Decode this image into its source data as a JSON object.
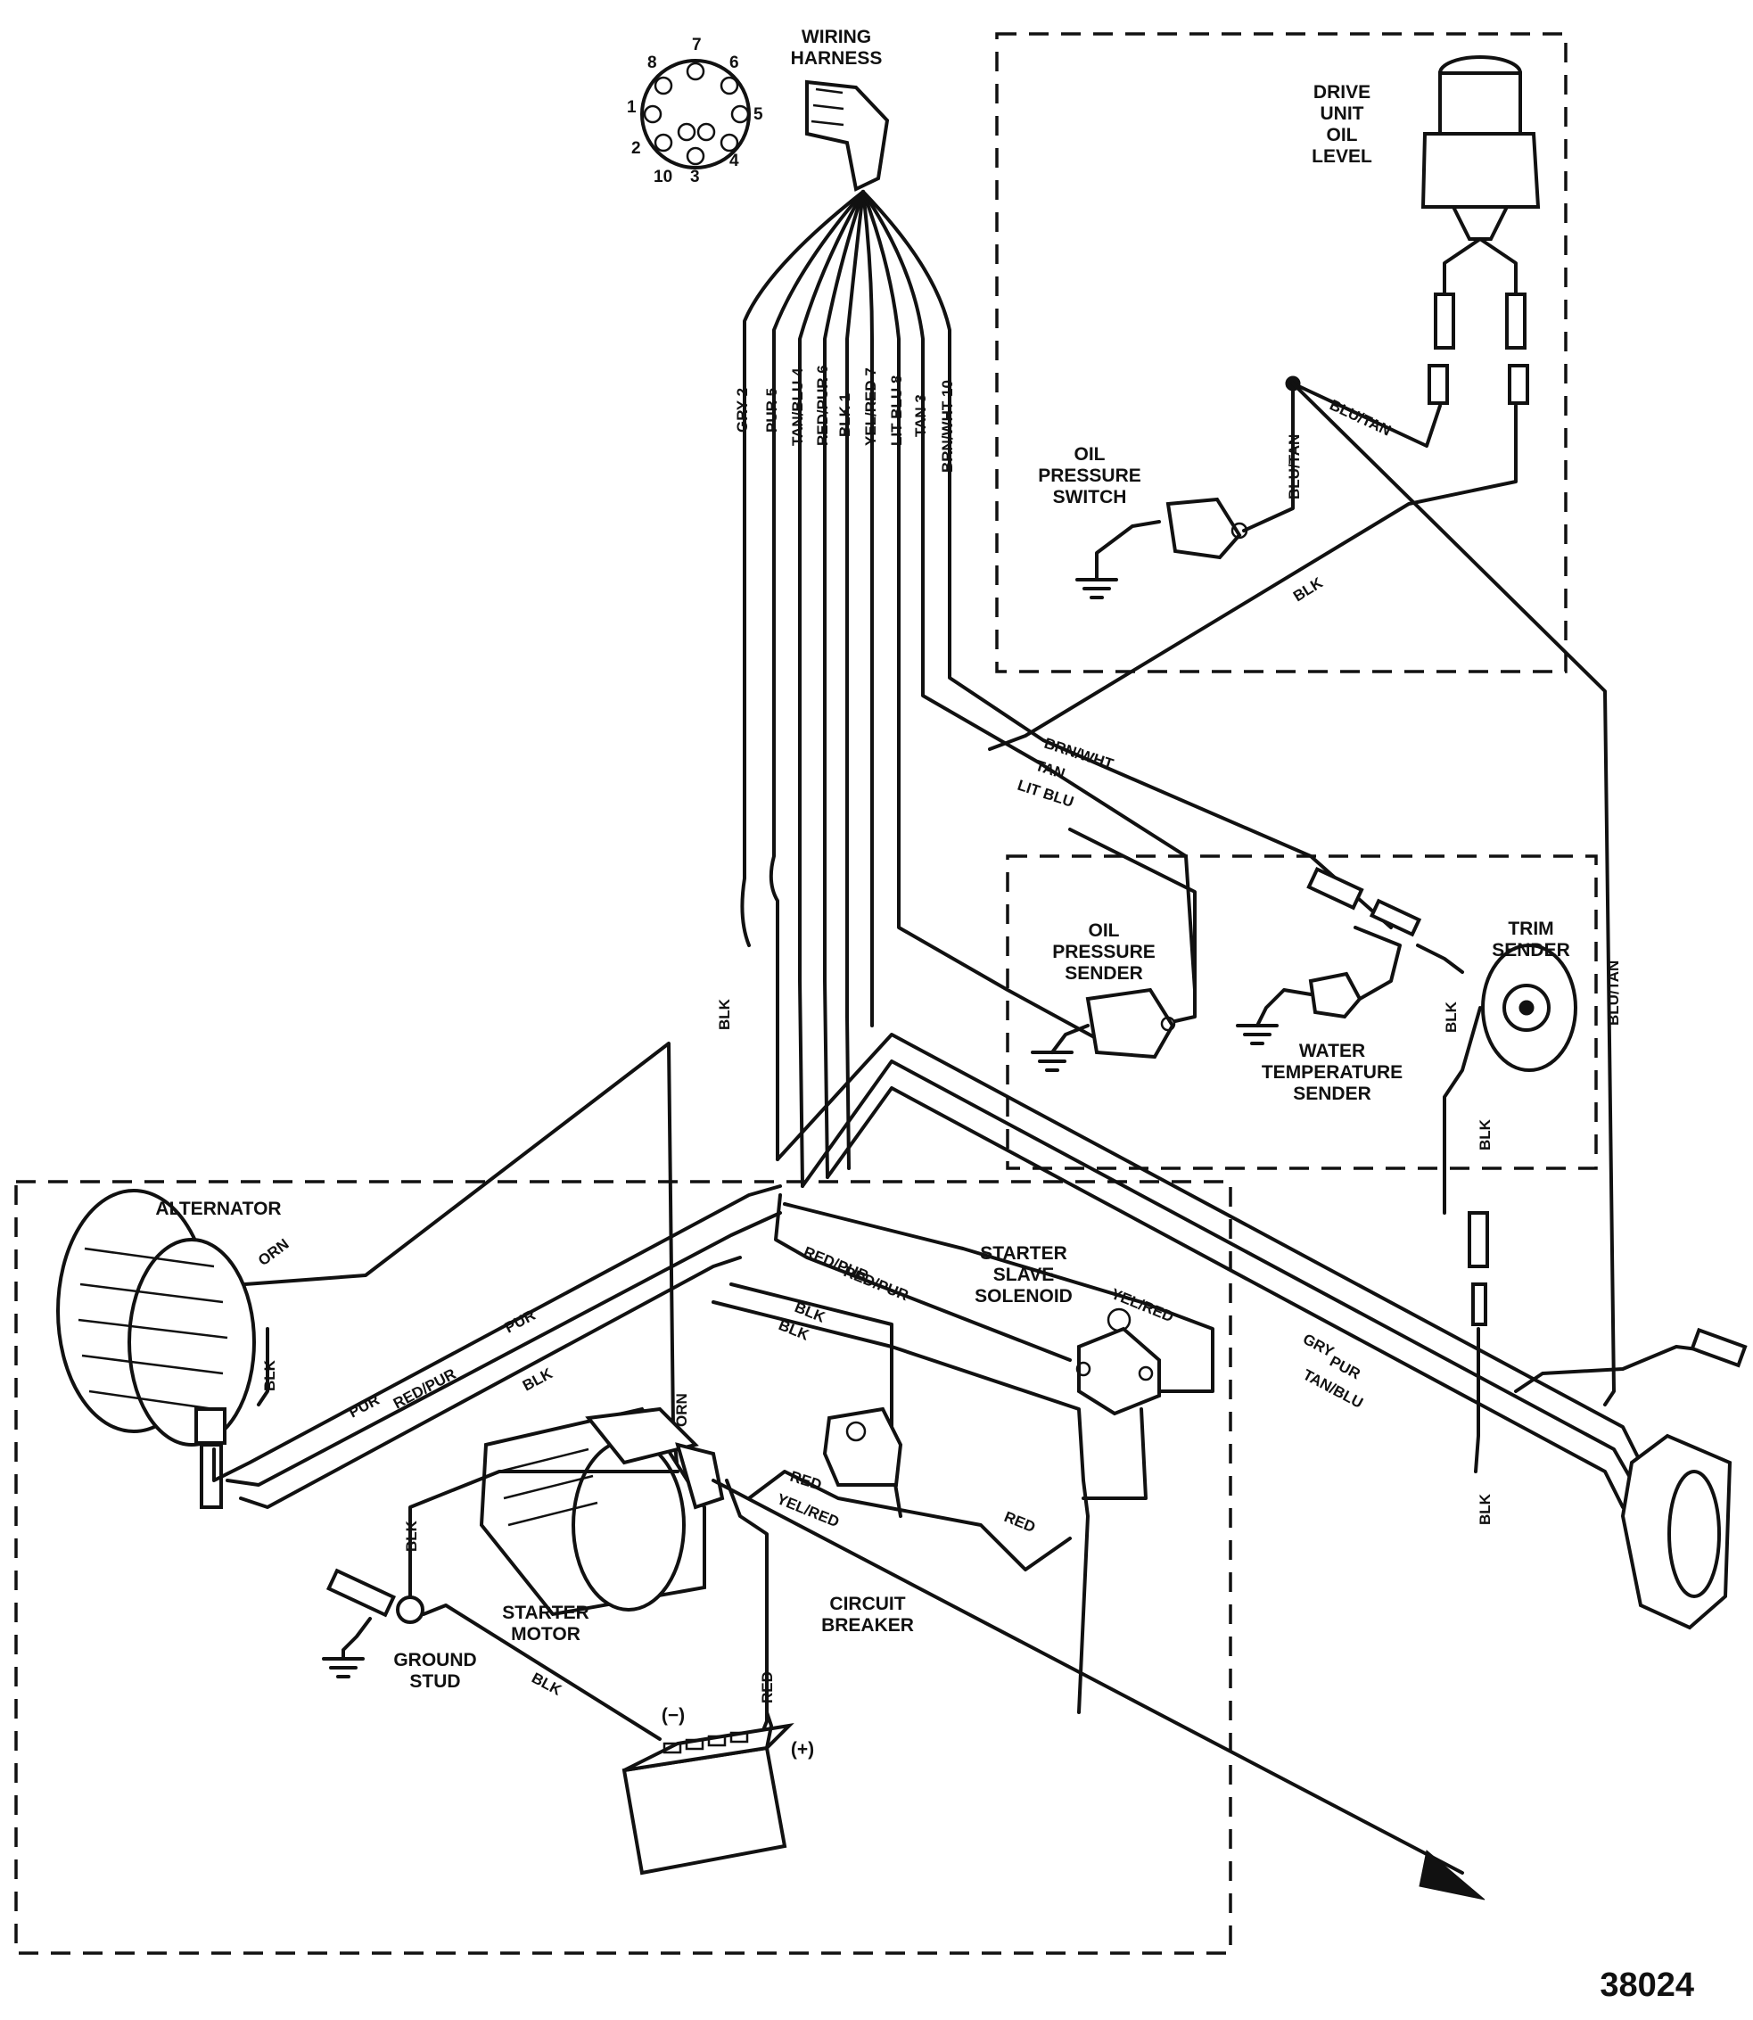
{
  "figure_number": "38024",
  "components": {
    "wiring_harness": "WIRING HARNESS",
    "drive_unit_oil_level": "DRIVE UNIT OIL LEVEL",
    "oil_pressure_switch": "OIL PRESSURE SWITCH",
    "oil_pressure_sender": "OIL PRESSURE SENDER",
    "water_temperature_sender": "WATER TEMPERATURE SENDER",
    "trim_sender": "TRIM SENDER",
    "alternator": "ALTERNATOR",
    "starter_slave_solenoid": "STARTER SLAVE SOLENOID",
    "starter_motor": "STARTER MOTOR",
    "circuit_breaker": "CIRCUIT BREAKER",
    "ground_stud": "GROUND STUD",
    "battery_negative": "(−)",
    "battery_positive": "(+)"
  },
  "connector_pins": [
    "1",
    "2",
    "3",
    "4",
    "5",
    "6",
    "7",
    "8",
    "10"
  ],
  "harness_wires": [
    "GRY 2",
    "PUR 5",
    "TAN/BLU 4",
    "RED/PUR 6",
    "BLK 1",
    "YEL/RED 7",
    "LIT BLU 8",
    "TAN 3",
    "BRN/WHT 10"
  ],
  "wire_labels": {
    "blu_tan": "BLU/TAN",
    "blk": "BLK",
    "brn_wht": "BRN/WHT",
    "tan": "TAN",
    "lit_blu": "LIT BLU",
    "orn": "ORN",
    "pur": "PUR",
    "red_pur": "RED/PUR",
    "yel_red": "YEL/RED",
    "red": "RED",
    "gry": "GRY",
    "tan_blu": "TAN/BLU"
  }
}
